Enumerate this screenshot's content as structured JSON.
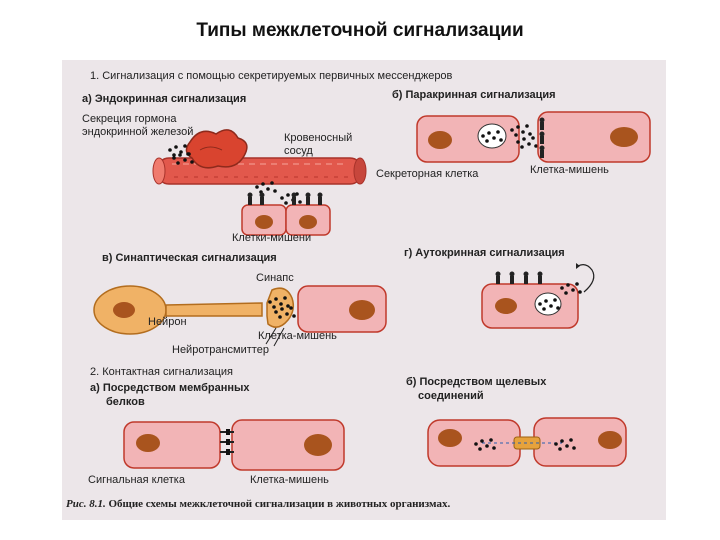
{
  "title": "Типы межклеточной сигнализации",
  "labels": {
    "s1": "1. Сигнализация с помощью секретируемых первичных мессенджеров",
    "a": "а) Эндокринная сигнализация",
    "b": "б) Паракринная сигнализация",
    "hormone1": "Секреция гормона",
    "hormone2": "эндокринной железой",
    "vessel1": "Кровеносный",
    "vessel2": "сосуд",
    "secretory": "Секреторная клетка",
    "target_b": "Клетка-мишень",
    "targets_a": "Клетки-мишени",
    "v": "в) Синаптическая сигнализация",
    "g": "г) Аутокринная сигнализация",
    "synapse": "Синапс",
    "neuron": "Нейрон",
    "target_v": "Клетка-мишень",
    "neurotransmitter": "Нейротрансмиттер",
    "s2": "2. Контактная сигнализация",
    "a2_1": "а) Посредством мембранных",
    "a2_2": "белков",
    "b2_1": "б) Посредством щелевых",
    "b2_2": "соединений",
    "signal_cell": "Сигнальная клетка",
    "target_2": "Клетка-мишень",
    "caption_fig": "Рис. 8.1.",
    "caption_text": "Общие схемы межклеточной сигнализации в животных организмах."
  },
  "colors": {
    "cell_fill": "#f2b4b6",
    "cell_stroke": "#c0392b",
    "nucleus": "#a9541e",
    "vessel": "#e2584c",
    "gland": "#d9442f",
    "neuron": "#f0b266",
    "scan_bg": "#ece6e9"
  }
}
